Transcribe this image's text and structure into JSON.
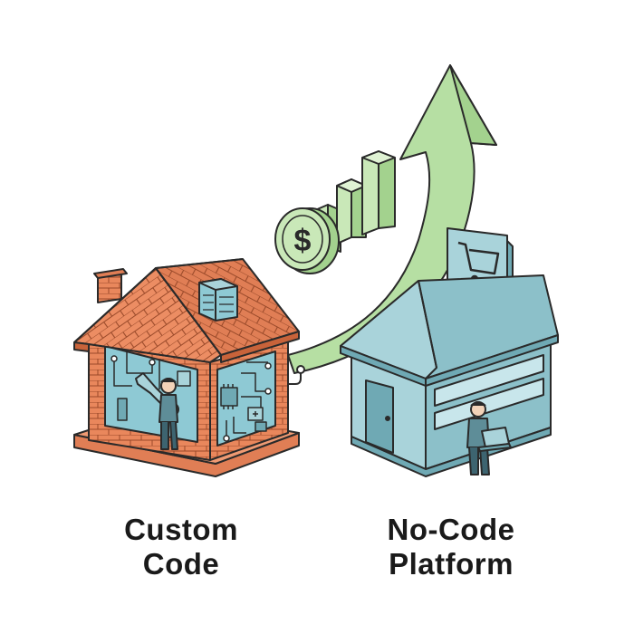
{
  "labels": {
    "custom_code": [
      "Custom",
      "Code"
    ],
    "no_code": [
      "No-Code",
      "Platform"
    ],
    "currency_symbol": "$"
  },
  "colors": {
    "brick": "#e9875c",
    "brick_dark": "#c8633a",
    "interior": "#8ec9d4",
    "house_light": "#a9d3da",
    "house_mid": "#8cc0c9",
    "house_dark": "#6fa9b4",
    "arrow_green": "#b6dfa3",
    "outline": "#2a2a2a"
  },
  "icons": [
    "dollar-coin-icon",
    "bar-chart-icon",
    "growth-arrow-icon",
    "shopping-cart-icon",
    "wrench-icon",
    "circuit-board-icon",
    "laptop-icon"
  ]
}
